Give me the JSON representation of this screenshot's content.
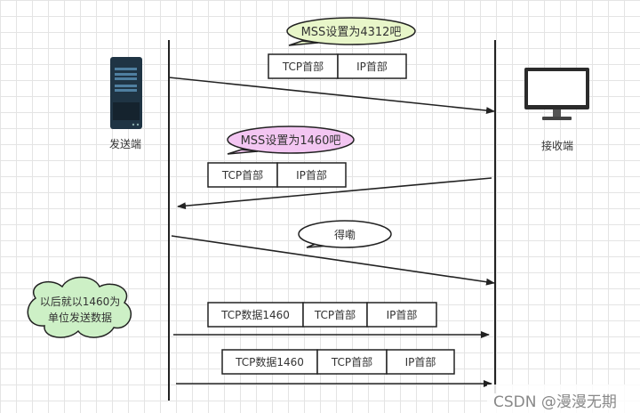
{
  "sender": {
    "label": "发送端"
  },
  "receiver": {
    "label": "接收端"
  },
  "bubbles": [
    {
      "text": "MSS设置为4312吧",
      "color": "#e8f6c9"
    },
    {
      "text": "MSS设置为1460吧",
      "color": "#f3c6f2"
    },
    {
      "text": "得嘞",
      "color": "#ffffff"
    }
  ],
  "note": {
    "line1": "以后就以1460为",
    "line2": "单位发送数据",
    "color": "#cdf0c6"
  },
  "packets": [
    {
      "cells": [
        "TCP首部",
        "IP首部"
      ]
    },
    {
      "cells": [
        "TCP首部",
        "IP首部"
      ]
    },
    {
      "cells": [
        "TCP数据1460",
        "TCP首部",
        "IP首部"
      ]
    },
    {
      "cells": [
        "TCP数据1460",
        "TCP首部",
        "IP首部"
      ]
    }
  ],
  "watermark": "CSDN @漫漫无期"
}
